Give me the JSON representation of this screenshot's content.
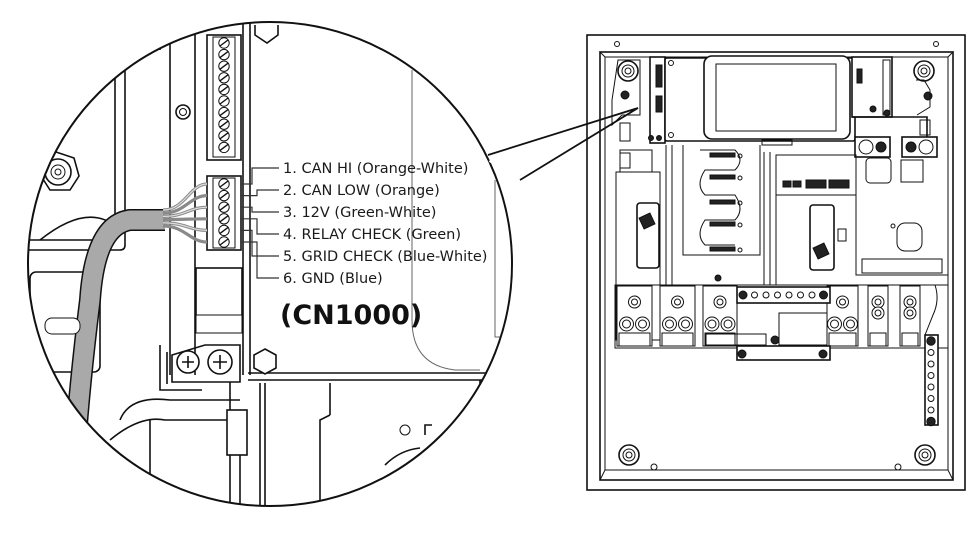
{
  "figure": {
    "connector_label": "(CN1000)",
    "pins": [
      {
        "number": "1.",
        "text": "CAN HI (Orange-White)"
      },
      {
        "number": "2.",
        "text": "CAN LOW (Orange)"
      },
      {
        "number": "3.",
        "text": "12V (Green-White)"
      },
      {
        "number": "4.",
        "text": "RELAY CHECK (Green)"
      },
      {
        "number": "5.",
        "text": "GRID CHECK (Blue-White)"
      },
      {
        "number": "6.",
        "text": "GND (Blue)"
      }
    ],
    "colors": {
      "line": "#111111",
      "cable": "#a9a9a9",
      "background": "#ffffff"
    }
  }
}
